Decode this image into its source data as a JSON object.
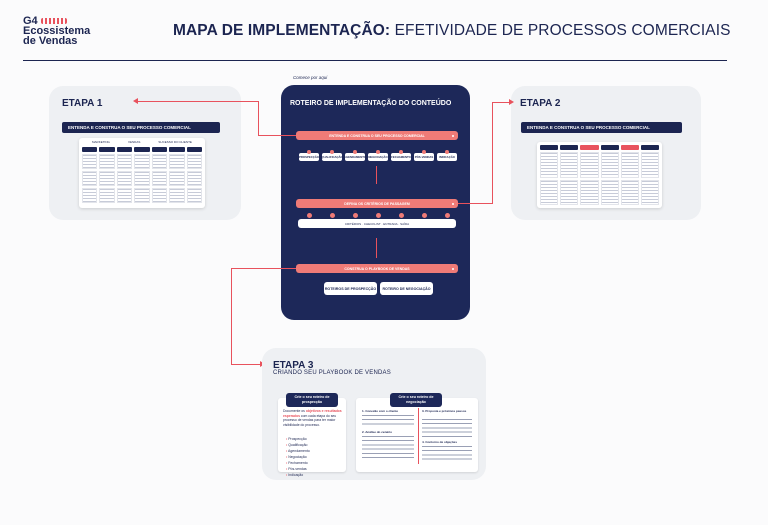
{
  "logo": {
    "line1": "G4",
    "line2": "Ecossistema",
    "line3": "de Vendas"
  },
  "header": {
    "title_bold": "MAPA DE IMPLEMENTAÇÃO:",
    "title_light": " EFETIVIDADE DE PROCESSOS COMERCIAIS"
  },
  "colors": {
    "navy": "#1d2859",
    "coral": "#ef7b77",
    "red": "#e8525d",
    "panel": "#eef0f3"
  },
  "etapa1": {
    "label": "ETAPA 1",
    "bar": "ENTENDA E CONSTRUA O SEU PROCESSO COMERCIAL",
    "column_headers": [
      "MARKETING",
      "VENDAS",
      "SUCESSO DO CLIENTE"
    ]
  },
  "etapa2": {
    "label": "ETAPA 2",
    "bar": "ENTENDA E CONSTRUA O SEU PROCESSO COMERCIAL"
  },
  "center": {
    "start_hint": "Comece por aqui",
    "title": "ROTEIRO DE IMPLEMENTAÇÃO DO CONTEÚDO",
    "pill1": "ENTENDA E CONSTRUA O SEU PROCESSO COMERCIAL",
    "chips1": [
      "PROSPECÇÃO",
      "QUALIFICAÇÃO",
      "AGENDAMENTO",
      "NEGOCIAÇÃO",
      "FECHAMENTO",
      "PÓS-VENDAS",
      "INDICAÇÃO"
    ],
    "pill2": "DEFINA OS CRITÉRIOS DE PASSAGEM",
    "row2_label": "CRITÉRIOS · CHECKLIST · ENTRADA · SAÍDA",
    "pill3": "CONSTRUA O PLAYBOOK DE VENDAS",
    "btn1": "ROTEIROS DE PROSPECÇÃO",
    "btn2": "ROTEIRO DE NEGOCIAÇÃO"
  },
  "etapa3": {
    "label": "ETAPA 3",
    "subtitle": "CRIANDO SEU PLAYBOOK DE VENDAS",
    "card1": {
      "header": "Crie o seu roteiro de prospecção",
      "desc_pre": "Documente os",
      "desc_hl1": "objetivos e resultados esperados",
      "desc_mid": "com cada etapa do seu processo de vendas",
      "desc_end": "para ter maior visibilidade do processo.",
      "items": [
        "Prospecção",
        "Qualificação",
        "Agendamento",
        "Negociação",
        "Fechamento",
        "Pós-vendas",
        "Indicação"
      ]
    },
    "card2": {
      "header": "Crie o seu roteiro de negociação",
      "sec1": "1. Conexão com o cliente",
      "sec2": "2. Análise do cenário",
      "sec3": "3. Proposta e próximos passos",
      "sec4": "4. Contorno de objeções"
    }
  }
}
